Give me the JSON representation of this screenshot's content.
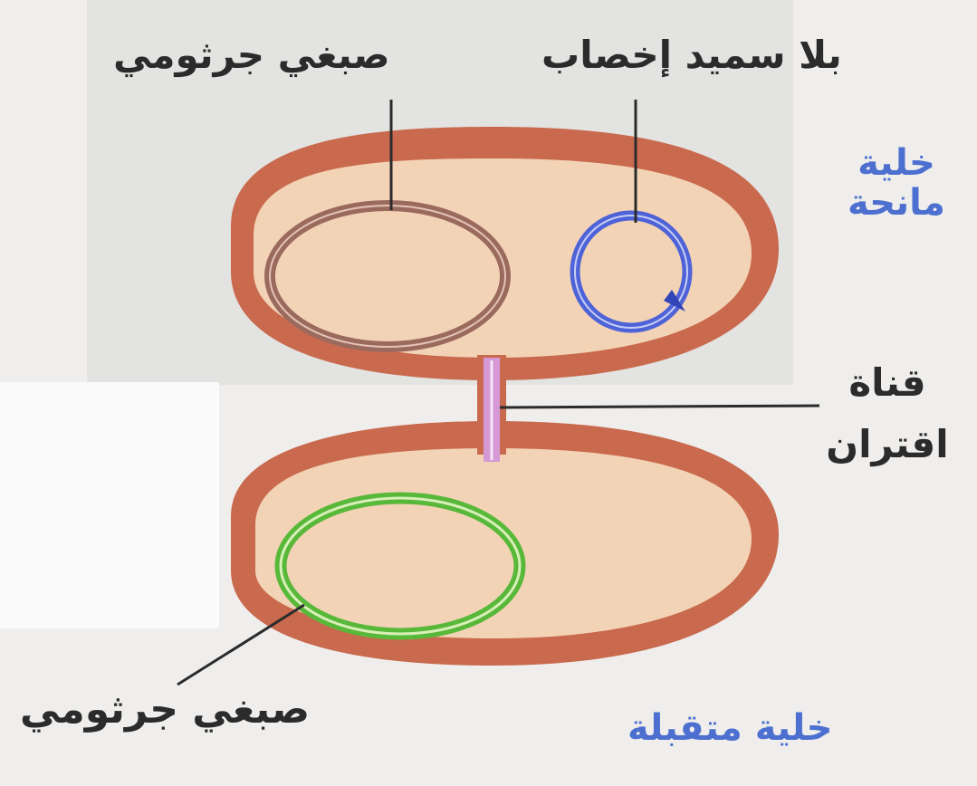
{
  "labels": {
    "donor_chromosome": "صبغي جرثومي",
    "plasmid": "بلا سميد إخصاب",
    "donor_cell_line1": "خلية",
    "donor_cell_line2": "مانحة",
    "channel_line1": "قناة",
    "channel_line2": "اقتران",
    "recipient_chromosome": "صبغي جرثومي",
    "recipient_cell": "خلية متقبلة"
  },
  "colors": {
    "cell_wall": "#c96a4e",
    "cytoplasm": "#f3d3b6",
    "donor_chromosome": "#9b6a5e",
    "plasmid": "#4f63d8",
    "channel": "#d59ad6",
    "recipient_chromosome": "#58b83a",
    "accent_blue": "#4c6fd0"
  }
}
